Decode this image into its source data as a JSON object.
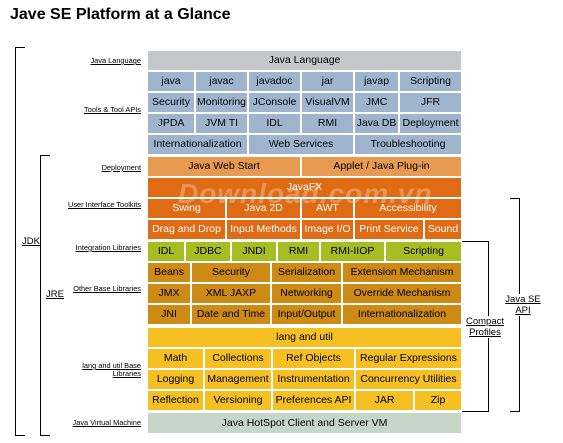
{
  "title": "Jave SE Platform at a Glance",
  "watermark": "Download.com.vn",
  "side_labels": {
    "java_language": "Java Language",
    "tools": "Tools & Tool APIs",
    "deployment": "Deployment",
    "ui_toolkits": "User Interface Toolkits",
    "integration": "Integration Libraries",
    "other_base": "Other Base Libraries",
    "lang_util_base": "lang and util Base Libraries",
    "jvm": "Java Virtual Machine"
  },
  "brackets": {
    "jdk": "JDK",
    "jre": "JRE",
    "compact": "Compact Profiles",
    "api": "Java SE API"
  },
  "rows": {
    "java_language": [
      "Java Language"
    ],
    "tools1": [
      "java",
      "javac",
      "javadoc",
      "jar",
      "javap",
      "Scripting"
    ],
    "tools2": [
      "Security",
      "Monitoring",
      "JConsole",
      "VisualVM",
      "JMC",
      "JFR"
    ],
    "tools3": [
      "JPDA",
      "JVM TI",
      "IDL",
      "RMI",
      "Java DB",
      "Deployment"
    ],
    "tools4": [
      "Internationalization",
      "Web Services",
      "Troubleshooting"
    ],
    "deploy": [
      "Java Web Start",
      "Applet / Java Plug-in"
    ],
    "javafx": [
      "JavaFX"
    ],
    "ui1": [
      "Swing",
      "Java 2D",
      "AWT",
      "Accessibility"
    ],
    "ui2": [
      "Drag and Drop",
      "Input Methods",
      "Image I/O",
      "Print Service",
      "Sound"
    ],
    "integ": [
      "IDL",
      "JDBC",
      "JNDI",
      "RMI",
      "RMI-IIOP",
      "Scripting"
    ],
    "other1": [
      "Beans",
      "Security",
      "Serialization",
      "Extension Mechanism"
    ],
    "other2": [
      "JMX",
      "XML JAXP",
      "Networking",
      "Override Mechanism"
    ],
    "other3": [
      "JNI",
      "Date and Time",
      "Input/Output",
      "Internationalization"
    ],
    "langutil": [
      "lang and util"
    ],
    "lu1": [
      "Math",
      "Collections",
      "Ref Objects",
      "Regular Expressions"
    ],
    "lu2": [
      "Logging",
      "Management",
      "Instrumentation",
      "Concurrency Utilities"
    ],
    "lu3": [
      "Reflection",
      "Versioning",
      "Preferences API",
      "JAR",
      "Zip"
    ],
    "vm": [
      "Java HotSpot Client and Server VM"
    ]
  }
}
